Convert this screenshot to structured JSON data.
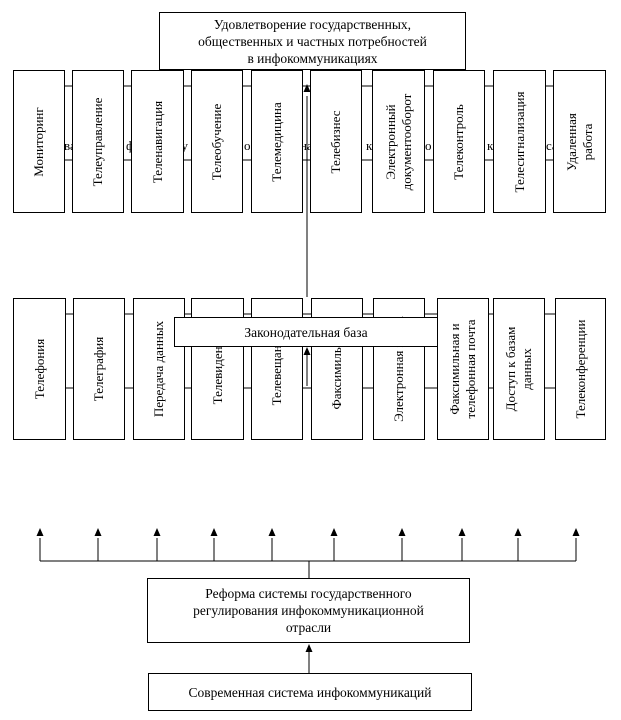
{
  "top_box": {
    "line1": "Удовлетворение государственных,",
    "line2": "общественных и частных потребностей",
    "line3": "в инфокоммуникациях"
  },
  "services_row": [
    [
      "Мониторинг"
    ],
    [
      "Телеуправление"
    ],
    [
      "Теленавигация"
    ],
    [
      "Телеобучение"
    ],
    [
      "Телемедицина"
    ],
    [
      "Телебизнес"
    ],
    [
      "Электронный",
      "документооборот"
    ],
    [
      "Телеконтроль"
    ],
    [
      "Телесигнализация"
    ],
    [
      "Удаленная",
      "работа"
    ]
  ],
  "bases_row": [
    [
      "Телефония"
    ],
    [
      "Телеграфия"
    ],
    [
      "Передача данных"
    ],
    [
      "Телевидение"
    ],
    [
      "Телевещание"
    ],
    [
      "Факсимильная"
    ],
    [
      "Электронная почта"
    ],
    [
      "Факсимильная и",
      "телефонная почта"
    ],
    [
      "Доступ к базам",
      "данных"
    ],
    [
      "Телеконференции"
    ]
  ],
  "legal_box": {
    "label": "Законодательная база"
  },
  "reform_box": {
    "line1": "Реформа системы государственного",
    "line2": "регулирования инфокоммуникационной",
    "line3": "отрасли"
  },
  "current_box": {
    "label": "Современная система инфокоммуникаций"
  },
  "mid_band_fragments": [
    "ва",
    "ф",
    "ту",
    "о",
    "на",
    "к",
    "о",
    "к",
    "са"
  ]
}
